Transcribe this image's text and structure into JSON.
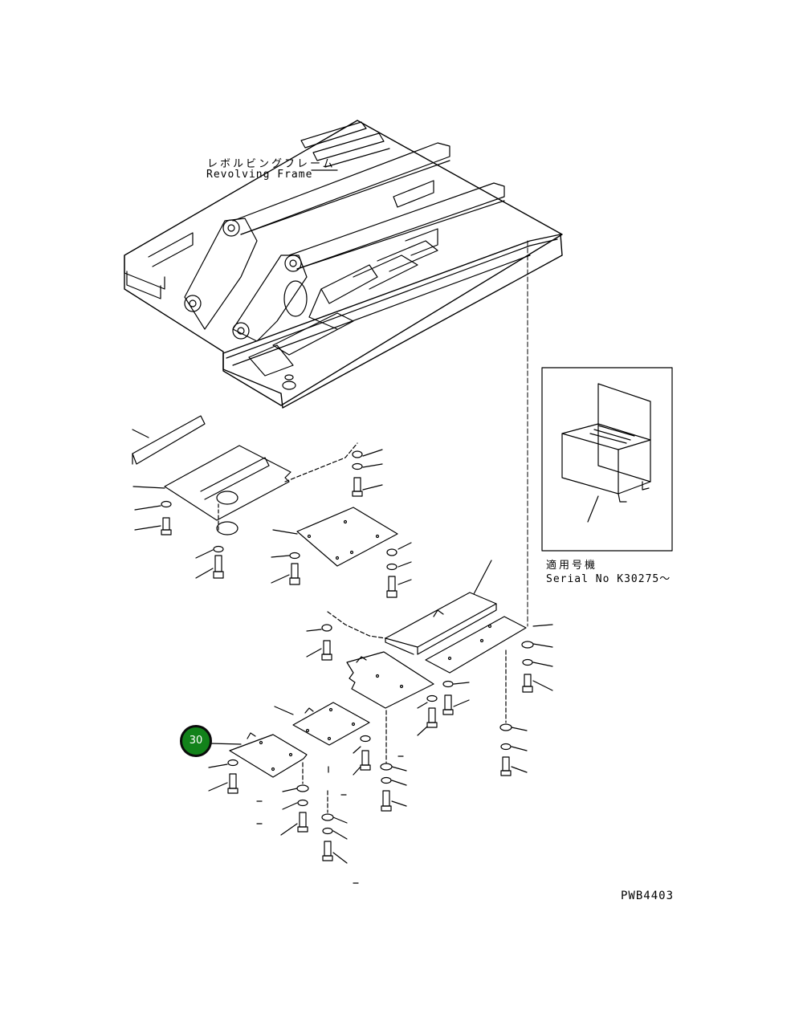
{
  "labels": {
    "frame_jp": "レボルビングフレーム",
    "frame_en": "Revolving Frame",
    "serial_jp": "適用号機",
    "serial_en": "Serial No K30275～",
    "drawing_code": "PWB4403"
  },
  "callout": {
    "number": "30",
    "color": "#12821a"
  }
}
